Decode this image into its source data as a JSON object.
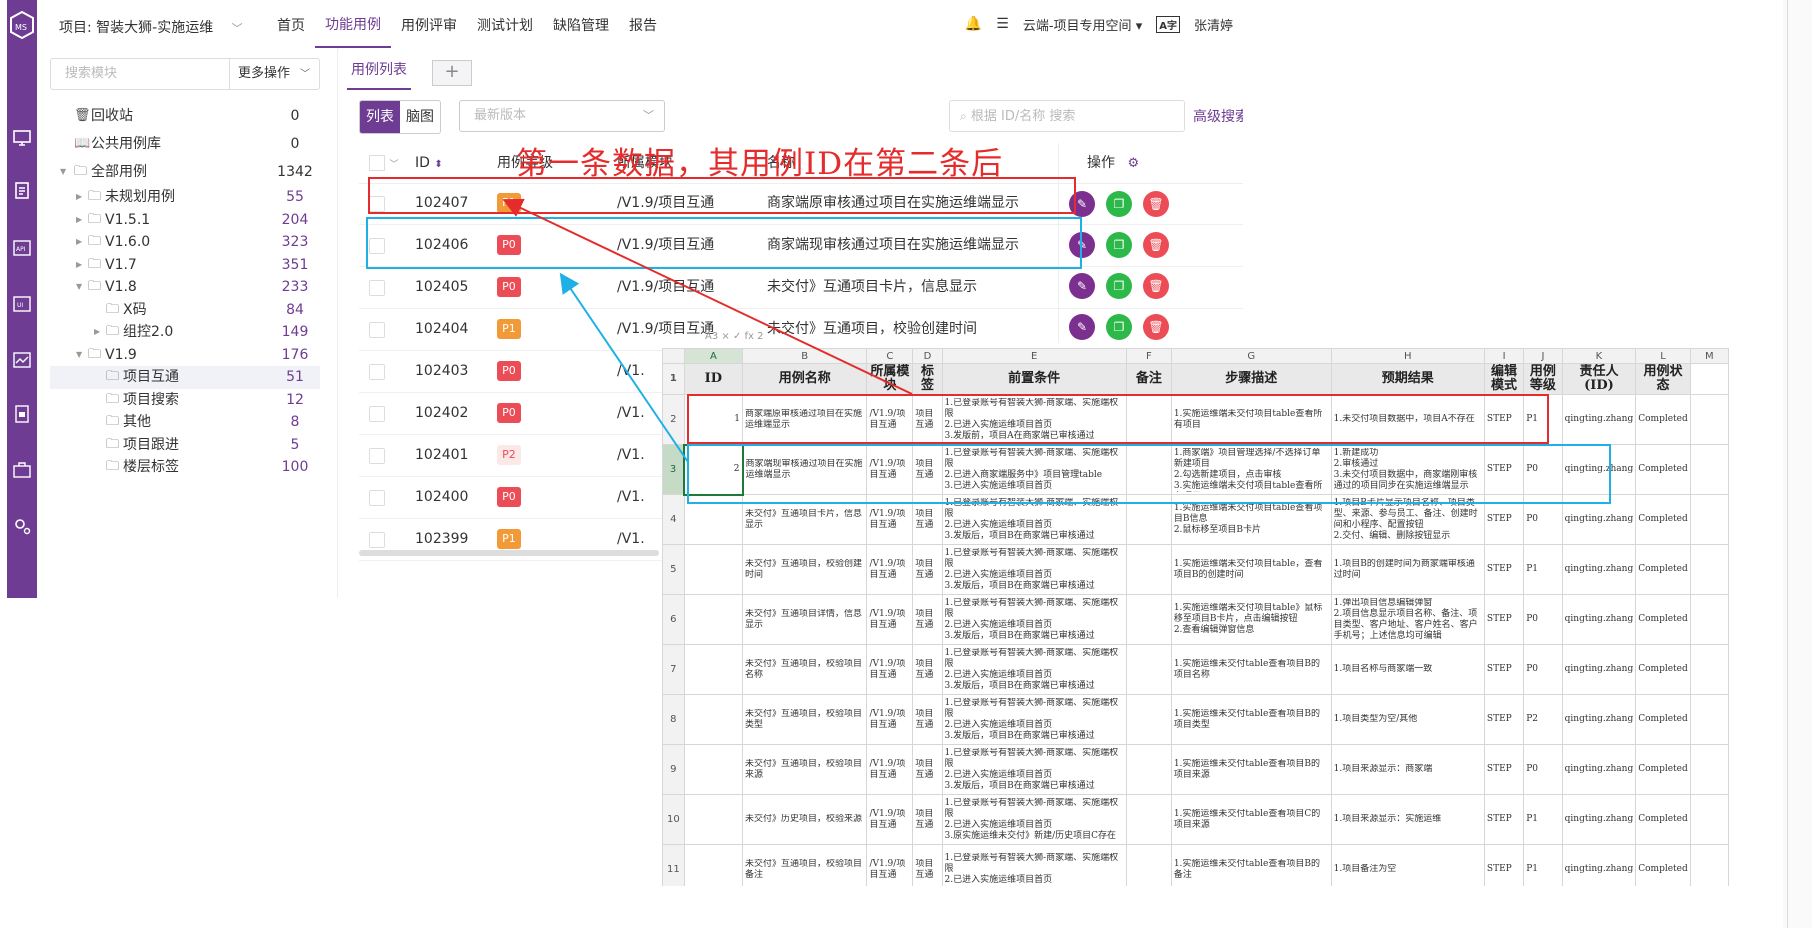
{
  "topbar": {
    "project": "项目: 智装大狮-实施运维",
    "nav": [
      "首页",
      "功能用例",
      "用例评审",
      "测试计划",
      "缺陷管理",
      "报告"
    ],
    "active_nav": 1,
    "workspace": "云端-项目专用空间",
    "user": "张清婷"
  },
  "sidebar": {
    "search_placeholder": "搜索模块",
    "more_ops": "更多操作",
    "tree": [
      {
        "label": "回收站",
        "count": "0",
        "level": 0,
        "icon": "trash-icon",
        "arrow": ""
      },
      {
        "label": "公共用例库",
        "count": "0",
        "level": 0,
        "icon": "book-icon",
        "arrow": ""
      },
      {
        "label": "全部用例",
        "count": "1342",
        "level": 0,
        "icon": "folder-icon",
        "arrow": "down"
      },
      {
        "label": "未规划用例",
        "count": "55",
        "level": 1,
        "icon": "folder-icon",
        "arrow": "right"
      },
      {
        "label": "V1.5.1",
        "count": "204",
        "level": 1,
        "icon": "folder-icon",
        "arrow": "right"
      },
      {
        "label": "V1.6.0",
        "count": "323",
        "level": 1,
        "icon": "folder-icon",
        "arrow": "right"
      },
      {
        "label": "V1.7",
        "count": "351",
        "level": 1,
        "icon": "folder-icon",
        "arrow": "right"
      },
      {
        "label": "V1.8",
        "count": "233",
        "level": 1,
        "icon": "folder-icon",
        "arrow": "down"
      },
      {
        "label": "X码",
        "count": "84",
        "level": 2,
        "icon": "folder-icon",
        "arrow": ""
      },
      {
        "label": "组控2.0",
        "count": "149",
        "level": 2,
        "icon": "folder-icon",
        "arrow": "right"
      },
      {
        "label": "V1.9",
        "count": "176",
        "level": 1,
        "icon": "folder-icon",
        "arrow": "down"
      },
      {
        "label": "项目互通",
        "count": "51",
        "level": 2,
        "icon": "folder-icon",
        "arrow": "",
        "selected": true
      },
      {
        "label": "项目搜索",
        "count": "12",
        "level": 2,
        "icon": "folder-icon",
        "arrow": ""
      },
      {
        "label": "其他",
        "count": "8",
        "level": 2,
        "icon": "folder-icon",
        "arrow": ""
      },
      {
        "label": "项目跟进",
        "count": "5",
        "level": 2,
        "icon": "folder-icon",
        "arrow": ""
      },
      {
        "label": "楼层标签",
        "count": "100",
        "level": 2,
        "icon": "folder-icon",
        "arrow": ""
      }
    ]
  },
  "main": {
    "tab": "用例列表",
    "tab_add": "+",
    "view_list": "列表",
    "view_mind": "脑图",
    "version_placeholder": "最新版本",
    "id_search_placeholder": "根据 ID/名称 搜索",
    "advanced_search": "高级搜索",
    "col_id": "ID",
    "col_level": "用例等级",
    "col_module": "所属模块",
    "col_name": "名称",
    "col_ops": "操作",
    "rows": [
      {
        "id": "102407",
        "priority": "P1",
        "module": "/V1.9/项目互通",
        "name": "商家端原审核通过项目在实施运维端显示"
      },
      {
        "id": "102406",
        "priority": "P0",
        "module": "/V1.9/项目互通",
        "name": "商家端现审核通过项目在实施运维端显示"
      },
      {
        "id": "102405",
        "priority": "P0",
        "module": "/V1.9/项目互通",
        "name": "未交付》互通项目卡片，信息显示"
      },
      {
        "id": "102404",
        "priority": "P1",
        "module": "/V1.9/项目互通",
        "name": "未交付》互通项目，校验创建时间"
      },
      {
        "id": "102403",
        "priority": "P0",
        "module": "/V1.",
        "name": ""
      },
      {
        "id": "102402",
        "priority": "P0",
        "module": "/V1.",
        "name": ""
      },
      {
        "id": "102401",
        "priority": "P2",
        "module": "/V1.",
        "name": ""
      },
      {
        "id": "102400",
        "priority": "P0",
        "module": "/V1.",
        "name": ""
      },
      {
        "id": "102399",
        "priority": "P1",
        "module": "/V1.",
        "name": ""
      }
    ]
  },
  "annotation": {
    "note": "第一条数据，其用例ID在第二条后"
  },
  "colors": {
    "brand": "#6e3d93",
    "p0": "#ec4c55",
    "p1": "#f29a38",
    "p2_bg": "#fde8e8",
    "annot_red": "#e52b2b",
    "annot_blue": "#1fb0e6"
  },
  "sheet": {
    "formula_ghost": "A3   ×  ✓  fx  2",
    "col_letters": [
      "",
      "A",
      "B",
      "C",
      "D",
      "E",
      "F",
      "G",
      "H",
      "I",
      "J",
      "K",
      "L",
      "M"
    ],
    "headers": [
      "ID",
      "用例名称",
      "所属模块",
      "标签",
      "前置条件",
      "备注",
      "步骤描述",
      "预期结果",
      "编辑模式",
      "用例等级",
      "责任人(ID)",
      "用例状态"
    ],
    "rows": [
      {
        "rn": "2",
        "id": "1",
        "name": "商家端原审核通过项目在实施运维端显示",
        "module": "/V1.9/项目互通",
        "tag": "项目互通",
        "pre": "1.已登录账号有智装大狮-商家端、实施端权限\n2.已进入实施运维项目首页\n3.发版前，项目A在商家端已审核通过",
        "steps": "1.实施运维端未交付项目table查看所有项目",
        "expect": "1.未交付项目数据中，项目A不存在",
        "mode": "STEP",
        "level": "P1",
        "owner": "qingting.zhang",
        "status": "Completed"
      },
      {
        "rn": "3",
        "id": "2",
        "name": "商家端现审核通过项目在实施运维端显示",
        "module": "/V1.9/项目互通",
        "tag": "项目互通",
        "pre": "1.已登录账号有智装大狮-商家端、实施端权限\n2.已进入商家端服务中》项目管理table\n3.已进入实施运维项目首页",
        "steps": "1.商家端》项目管理选择/不选择订单新建项目\n2.勾选新建项目，点击审核\n3.实施运维端未交付项目table查看所有项目",
        "expect": "1.新建成功\n2.审核通过\n3.未交付项目数据中，商家端刚审核通过的项目同步在实施运维端显示",
        "mode": "STEP",
        "level": "P0",
        "owner": "qingting.zhang",
        "status": "Completed"
      },
      {
        "rn": "4",
        "id": "",
        "name": "未交付》互通项目卡片，信息显示",
        "module": "/V1.9/项目互通",
        "tag": "项目互通",
        "pre": "1.已登录账号有智装大狮-商家端、实施端权限\n2.已进入实施运维项目首页\n3.发版后，项目B在商家端已审核通过",
        "steps": "1.实施运维端未交付项目table查看项目B信息\n2.鼠标移至项目B卡片",
        "expect": "1.项目B卡片显示项目名称、项目类型、来源、参与员工、备注、创建时间和小程序、配置按钮\n2.交付、编辑、删除按钮显示",
        "mode": "STEP",
        "level": "P0",
        "owner": "qingting.zhang",
        "status": "Completed"
      },
      {
        "rn": "5",
        "id": "",
        "name": "未交付》互通项目，校验创建时间",
        "module": "/V1.9/项目互通",
        "tag": "项目互通",
        "pre": "1.已登录账号有智装大狮-商家端、实施端权限\n2.已进入实施运维项目首页\n3.发版后，项目B在商家端已审核通过",
        "steps": "1.实施运维端未交付项目table，查看项目B的创建时间",
        "expect": "1.项目B的创建时间为商家端审核通过时间",
        "mode": "STEP",
        "level": "P1",
        "owner": "qingting.zhang",
        "status": "Completed"
      },
      {
        "rn": "6",
        "id": "",
        "name": "未交付》互通项目详情，信息显示",
        "module": "/V1.9/项目互通",
        "tag": "项目互通",
        "pre": "1.已登录账号有智装大狮-商家端、实施端权限\n2.已进入实施运维项目首页\n3.发版后，项目B在商家端已审核通过",
        "steps": "1.实施运维端未交付项目table》鼠标移至项目B卡片，点击编辑按钮\n2.查看编辑弹窗信息",
        "expect": "1.弹出项目信息编辑弹窗\n2.项目信息显示项目名称、备注、项目类型、客户地址、客户姓名、客户手机号；上述信息均可编辑",
        "mode": "STEP",
        "level": "P0",
        "owner": "qingting.zhang",
        "status": "Completed"
      },
      {
        "rn": "7",
        "id": "",
        "name": "未交付》互通项目，校验项目名称",
        "module": "/V1.9/项目互通",
        "tag": "项目互通",
        "pre": "1.已登录账号有智装大狮-商家端、实施端权限\n2.已进入实施运维项目首页\n3.发版后，项目B在商家端已审核通过",
        "steps": "1.实施运维未交付table查看项目B的项目名称",
        "expect": "1.项目名称与商家端一致",
        "mode": "STEP",
        "level": "P0",
        "owner": "qingting.zhang",
        "status": "Completed"
      },
      {
        "rn": "8",
        "id": "",
        "name": "未交付》互通项目，校验项目类型",
        "module": "/V1.9/项目互通",
        "tag": "项目互通",
        "pre": "1.已登录账号有智装大狮-商家端、实施端权限\n2.已进入实施运维项目首页\n3.发版后，项目B在商家端已审核通过",
        "steps": "1.实施运维未交付table查看项目B的项目类型",
        "expect": "1.项目类型为空/其他",
        "mode": "STEP",
        "level": "P2",
        "owner": "qingting.zhang",
        "status": "Completed"
      },
      {
        "rn": "9",
        "id": "",
        "name": "未交付》互通项目，校验项目来源",
        "module": "/V1.9/项目互通",
        "tag": "项目互通",
        "pre": "1.已登录账号有智装大狮-商家端、实施端权限\n2.已进入实施运维项目首页\n3.发版后，项目B在商家端已审核通过",
        "steps": "1.实施运维未交付table查看项目B的项目来源",
        "expect": "1.项目来源显示：商家端",
        "mode": "STEP",
        "level": "P0",
        "owner": "qingting.zhang",
        "status": "Completed"
      },
      {
        "rn": "10",
        "id": "",
        "name": "未交付》历史项目，校验来源",
        "module": "/V1.9/项目互通",
        "tag": "项目互通",
        "pre": "1.已登录账号有智装大狮-商家端、实施端权限\n2.已进入实施运维项目首页\n3.原实施运维未交付》新建/历史项目C存在",
        "steps": "1.实施运维未交付table查看项目C的项目来源",
        "expect": "1.项目来源显示：实施运维",
        "mode": "STEP",
        "level": "P1",
        "owner": "qingting.zhang",
        "status": "Completed"
      },
      {
        "rn": "11",
        "id": "",
        "name": "未交付》互通项目，校验项目备注",
        "module": "/V1.9/项目互通",
        "tag": "项目互通",
        "pre": "1.已登录账号有智装大狮-商家端、实施端权限\n2.已进入实施运维项目首页",
        "steps": "1.实施运维未交付table查看项目B的备注",
        "expect": "1.项目备注为空",
        "mode": "STEP",
        "level": "P1",
        "owner": "qingting.zhang",
        "status": "Completed"
      }
    ]
  }
}
